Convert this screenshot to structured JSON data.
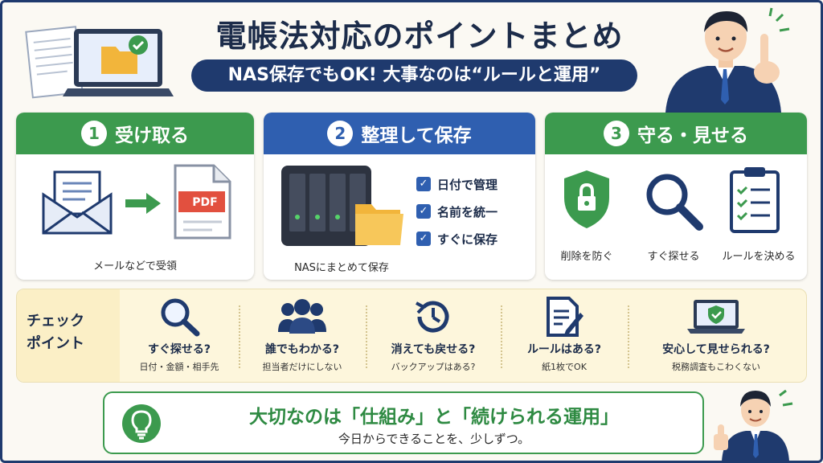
{
  "header": {
    "title": "電帳法対応のポイントまとめ",
    "subtitle": "NAS保存でもOK! 大事なのは“ルールと運用”"
  },
  "steps": [
    {
      "number": "1",
      "title": "受け取る",
      "caption": "メールなどで受領",
      "pdf_label": "PDF"
    },
    {
      "number": "2",
      "title": "整理して保存",
      "caption": "NASにまとめて保存",
      "checks": [
        "日付で管理",
        "名前を統一",
        "すぐに保存"
      ]
    },
    {
      "number": "3",
      "title": "守る・見せる",
      "items": [
        "削除を防ぐ",
        "すぐ探せる",
        "ルールを決める"
      ]
    }
  ],
  "checkpoints": {
    "label_line1": "チェック",
    "label_line2": "ポイント",
    "items": [
      {
        "icon": "magnifier-icon",
        "main": "すぐ探せる?",
        "sub": "日付・金額・相手先"
      },
      {
        "icon": "people-icon",
        "main": "誰でもわかる?",
        "sub": "担当者だけにしない"
      },
      {
        "icon": "history-clock-icon",
        "main": "消えても戻せる?",
        "sub": "バックアップはある?"
      },
      {
        "icon": "document-pen-icon",
        "main": "ルールはある?",
        "sub": "紙1枚でOK"
      },
      {
        "icon": "laptop-shield-icon",
        "main": "安心して見せられる?",
        "sub": "税務調査もこわくない"
      }
    ]
  },
  "message": {
    "main": "大切なのは「仕組み」と「続けられる運用」",
    "sub": "今日からできることを、少しずつ。"
  },
  "colors": {
    "green": "#3c9a4e",
    "blue": "#2f5fb0",
    "navy": "#1f3a6e",
    "band": "#fdf6dc"
  }
}
